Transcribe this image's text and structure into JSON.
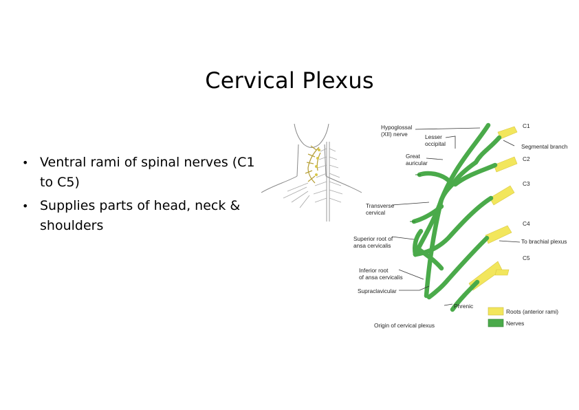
{
  "slide": {
    "title": "Cervical Plexus",
    "bullets": [
      "Ventral rami of spinal nerves (C1 to C5)",
      "Supplies parts of head, neck & shoulders"
    ]
  },
  "diagram": {
    "labels": {
      "hypoglossal_1": "Hypoglossal",
      "hypoglossal_2": "(XII) nerve",
      "lesser_1": "Lesser",
      "lesser_2": "occipital",
      "great_1": "Great",
      "great_2": "auricular",
      "transverse_1": "Transverse",
      "transverse_2": "cervical",
      "superior_1": "Superior root of",
      "superior_2": "ansa cervicalis",
      "inferior_1": "Inferior root",
      "inferior_2": "of ansa cervicalis",
      "supraclavicular": "Supraclavicular",
      "phrenic": "Phrenic",
      "c1": "C1",
      "c2": "C2",
      "c3": "C3",
      "c4": "C4",
      "c5": "C5",
      "segmental": "Segmental branch",
      "brachial": "To brachial  plexus",
      "caption": "Origin of cervical plexus"
    },
    "legend": [
      {
        "label": "Roots (anterior rami)",
        "color": "#f2e65c"
      },
      {
        "label": "Nerves",
        "color": "#4aaa4a"
      }
    ],
    "colors": {
      "nerve": "#4aaa4a",
      "nerve_dark": "#2f7d2f",
      "root": "#f2e65c"
    }
  }
}
